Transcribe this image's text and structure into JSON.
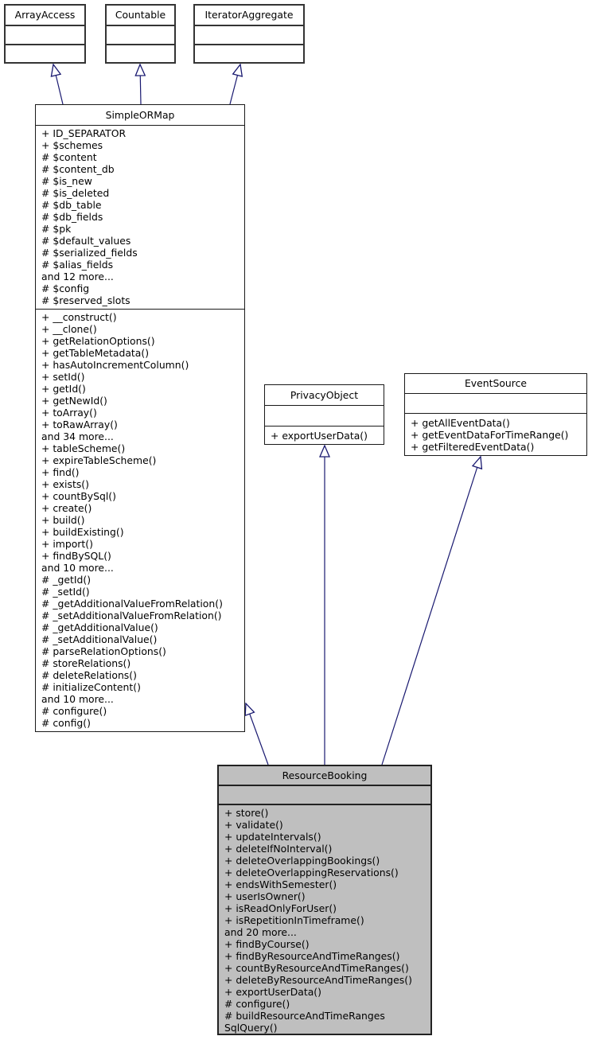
{
  "colors": {
    "arrow": "#191970",
    "interface_border": "#343434",
    "class_border": "#1a1a1a",
    "highlight_fill": "#bfbfbf",
    "background": "#ffffff"
  },
  "classes": {
    "array_access": {
      "name": "ArrayAccess",
      "attributes": [],
      "methods": []
    },
    "countable": {
      "name": "Countable",
      "attributes": [],
      "methods": []
    },
    "iterator_aggregate": {
      "name": "IteratorAggregate",
      "attributes": [],
      "methods": []
    },
    "simple_or_map": {
      "name": "SimpleORMap",
      "attributes": [
        "+ ID_SEPARATOR",
        "+ $schemes",
        "# $content",
        "# $content_db",
        "# $is_new",
        "# $is_deleted",
        "# $db_table",
        "# $db_fields",
        "# $pk",
        "# $default_values",
        "# $serialized_fields",
        "# $alias_fields",
        "and 12 more...",
        "# $config",
        "# $reserved_slots"
      ],
      "methods": [
        "+ __construct()",
        "+ __clone()",
        "+ getRelationOptions()",
        "+ getTableMetadata()",
        "+ hasAutoIncrementColumn()",
        "+ setId()",
        "+ getId()",
        "+ getNewId()",
        "+ toArray()",
        "+ toRawArray()",
        "and 34 more...",
        "+ tableScheme()",
        "+ expireTableScheme()",
        "+ find()",
        "+ exists()",
        "+ countBySql()",
        "+ create()",
        "+ build()",
        "+ buildExisting()",
        "+ import()",
        "+ findBySQL()",
        "and 10 more...",
        "# _getId()",
        "# _setId()",
        "# _getAdditionalValueFromRelation()",
        "# _setAdditionalValueFromRelation()",
        "# _getAdditionalValue()",
        "# _setAdditionalValue()",
        "# parseRelationOptions()",
        "# storeRelations()",
        "# deleteRelations()",
        "# initializeContent()",
        "and 10 more...",
        "# configure()",
        "# config()"
      ]
    },
    "privacy_object": {
      "name": "PrivacyObject",
      "attributes": [],
      "methods": [
        "+ exportUserData()"
      ]
    },
    "event_source": {
      "name": "EventSource",
      "attributes": [],
      "methods": [
        "+ getAllEventData()",
        "+ getEventDataForTimeRange()",
        "+ getFilteredEventData()"
      ]
    },
    "resource_booking": {
      "name": "ResourceBooking",
      "attributes": [],
      "methods": [
        "+ store()",
        "+ validate()",
        "+ updateIntervals()",
        "+ deleteIfNoInterval()",
        "+ deleteOverlappingBookings()",
        "+ deleteOverlappingReservations()",
        "+ endsWithSemester()",
        "+ userIsOwner()",
        "+ isReadOnlyForUser()",
        "+ isRepetitionInTimeframe()",
        "and 20 more...",
        "+ findByCourse()",
        "+ findByResourceAndTimeRanges()",
        "+ countByResourceAndTimeRanges()",
        "+ deleteByResourceAndTimeRanges()",
        "+ exportUserData()",
        "# configure()",
        "# buildResourceAndTimeRanges",
        "SqlQuery()"
      ]
    }
  },
  "relations": [
    {
      "type": "inheritance",
      "from": "SimpleORMap",
      "to": "ArrayAccess"
    },
    {
      "type": "inheritance",
      "from": "SimpleORMap",
      "to": "Countable"
    },
    {
      "type": "inheritance",
      "from": "SimpleORMap",
      "to": "IteratorAggregate"
    },
    {
      "type": "inheritance",
      "from": "ResourceBooking",
      "to": "SimpleORMap"
    },
    {
      "type": "inheritance",
      "from": "ResourceBooking",
      "to": "PrivacyObject"
    },
    {
      "type": "inheritance",
      "from": "ResourceBooking",
      "to": "EventSource"
    }
  ]
}
